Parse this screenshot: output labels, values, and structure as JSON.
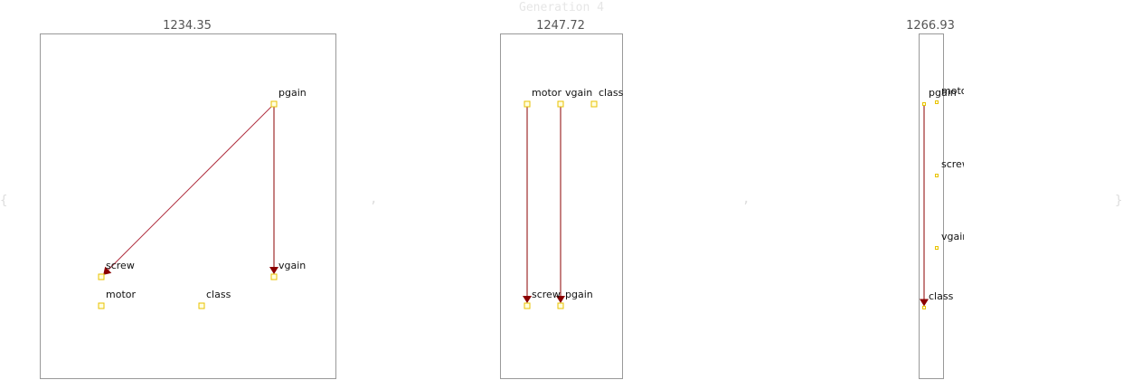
{
  "title": "Generation 4",
  "brackets": {
    "open": "{",
    "close": "}",
    "separator": ","
  },
  "colors": {
    "node_fill": "#ffffe0",
    "node_stroke": "#e8c200",
    "edge_dark": "#8b0000",
    "edge_light": "#b03040",
    "frame": "#999999"
  },
  "panels": [
    {
      "score": "1234.35",
      "nodes": [
        {
          "id": "pgain",
          "label": "pgain"
        },
        {
          "id": "screw",
          "label": "screw"
        },
        {
          "id": "vgain",
          "label": "vgain"
        },
        {
          "id": "motor",
          "label": "motor"
        },
        {
          "id": "class",
          "label": "class"
        }
      ],
      "edges": [
        {
          "from": "pgain",
          "to": "screw"
        },
        {
          "from": "pgain",
          "to": "vgain"
        }
      ]
    },
    {
      "score": "1247.72",
      "nodes": [
        {
          "id": "motor",
          "label": "motor"
        },
        {
          "id": "vgain",
          "label": "vgain"
        },
        {
          "id": "class",
          "label": "class"
        },
        {
          "id": "screw",
          "label": "screw"
        },
        {
          "id": "pgain",
          "label": "pgain"
        }
      ],
      "edges": [
        {
          "from": "motor",
          "to": "screw"
        },
        {
          "from": "vgain",
          "to": "pgain"
        }
      ]
    },
    {
      "score": "1266.93",
      "nodes": [
        {
          "id": "pgain",
          "label": "pgain"
        },
        {
          "id": "motor",
          "label": "motor"
        },
        {
          "id": "screw",
          "label": "screw"
        },
        {
          "id": "vgain",
          "label": "vgain"
        },
        {
          "id": "class",
          "label": "class"
        }
      ],
      "edges": [
        {
          "from": "pgain",
          "to": "class"
        }
      ]
    }
  ]
}
